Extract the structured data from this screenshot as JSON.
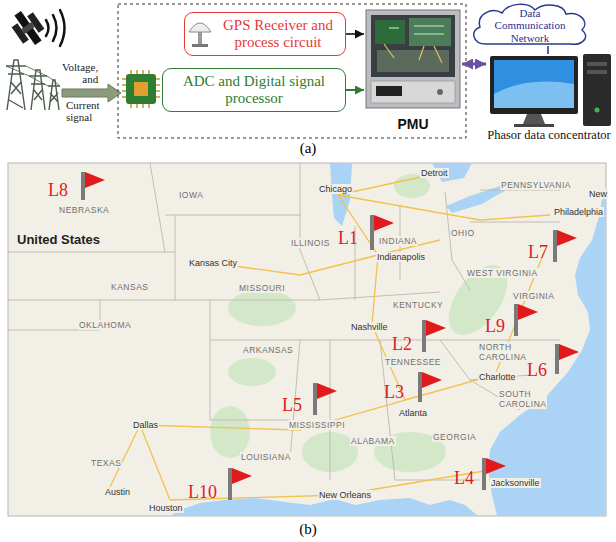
{
  "diagram": {
    "nodes": [
      {
        "text": [
          "GPS Receiver and process circuit"
        ]
      },
      {
        "text": [
          "ADC and Digital signal processor"
        ]
      },
      {
        "text": [
          "PMU"
        ]
      },
      {
        "text": [
          "Data Communication Network"
        ]
      },
      {
        "text": [
          "Phasor data concentrator"
        ]
      }
    ],
    "edges": [
      {
        "from": 0,
        "to": 2,
        "arrow": "to"
      },
      {
        "from": 1,
        "to": 2,
        "arrow": "to"
      },
      {
        "from": 2,
        "to": 4,
        "arrow": "both"
      },
      {
        "from": 3,
        "to": 4,
        "arrow": "none"
      }
    ],
    "labels": [
      "Voltage, and",
      "Current signal",
      "(a)",
      "(b)",
      "United States",
      "NEBRASKA",
      "IOWA",
      "Chicago",
      "Detroit",
      "PENNSYLVANIA",
      "Philadelphia",
      "New",
      "ILLINOIS",
      "INDIANA",
      "OHIO",
      "Indianapolis",
      "Kansas City",
      "KANSAS",
      "MISSOURI",
      "WEST VIRGINIA",
      "KENTUCKY",
      "VIRGINIA",
      "Nashville",
      "OKLAHOMA",
      "TENNESSEE",
      "NORTH CAROLINA",
      "ARKANSAS",
      "Charlotte",
      "SOUTH CAROLINA",
      "Atlanta",
      "MISSISSIPPI",
      "ALABAMA",
      "GEORGIA",
      "Dallas",
      "TEXAS",
      "LOUISIANA",
      "Austin",
      "Houston",
      "New Orleans",
      "Jacksonville",
      "L1",
      "L2",
      "L3",
      "L4",
      "L5",
      "L6",
      "L7",
      "L8",
      "L9",
      "L10"
    ]
  }
}
